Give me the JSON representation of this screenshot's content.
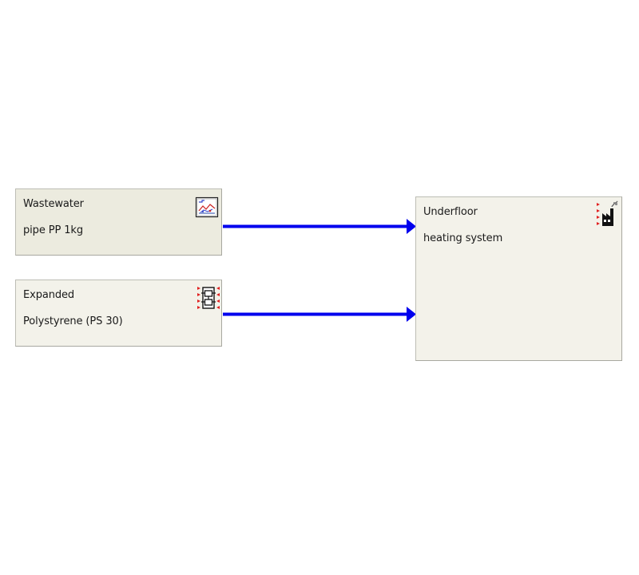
{
  "nodes": {
    "wastewater": {
      "line1": "Wastewater",
      "line2": "pipe PP  1kg",
      "icon": "lci-dataset-icon"
    },
    "polystyrene": {
      "line1": "Expanded",
      "line2": "Polystyrene (PS 30)",
      "icon": "process-unit-icon"
    },
    "underfloor": {
      "line1": "Underfloor",
      "line2": "heating system",
      "icon": "factory-icon"
    }
  },
  "links": [
    {
      "from": "Wastewater pipe PP  1kg",
      "to": "Underfloor heating system"
    },
    {
      "from": "Expanded Polystyrene (PS 30)",
      "to": "Underfloor heating system"
    }
  ],
  "colors": {
    "link": "#0000ee",
    "node_highlight": "#ecebdf",
    "node_default": "#f3f2ea",
    "marker": "#e02020"
  }
}
